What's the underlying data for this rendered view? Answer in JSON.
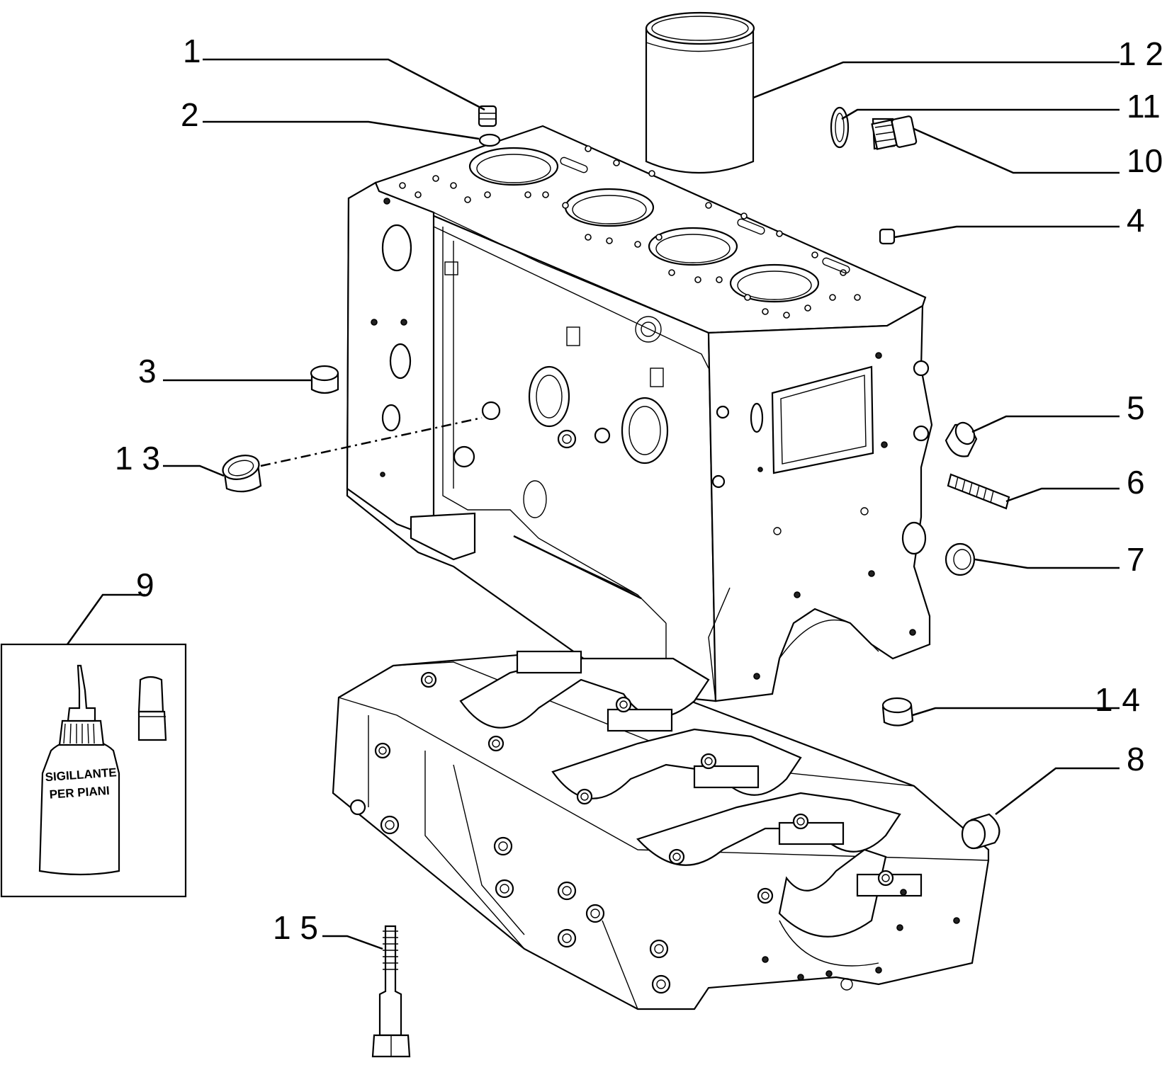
{
  "diagram": {
    "callouts": [
      {
        "id": "1",
        "text": "1"
      },
      {
        "id": "2",
        "text": "2"
      },
      {
        "id": "3",
        "text": "3"
      },
      {
        "id": "4",
        "text": "4"
      },
      {
        "id": "5",
        "text": "5"
      },
      {
        "id": "6",
        "text": "6"
      },
      {
        "id": "7",
        "text": "7"
      },
      {
        "id": "8",
        "text": "8"
      },
      {
        "id": "9",
        "text": "9"
      },
      {
        "id": "10",
        "text": "10"
      },
      {
        "id": "11",
        "text": "11"
      },
      {
        "id": "12",
        "text": "1 2"
      },
      {
        "id": "13",
        "text": "1 3"
      },
      {
        "id": "14",
        "text": "1 4"
      },
      {
        "id": "15",
        "text": "1 5"
      }
    ],
    "sealant_label": [
      "SIGILLANTE",
      "PER PIANI"
    ]
  }
}
